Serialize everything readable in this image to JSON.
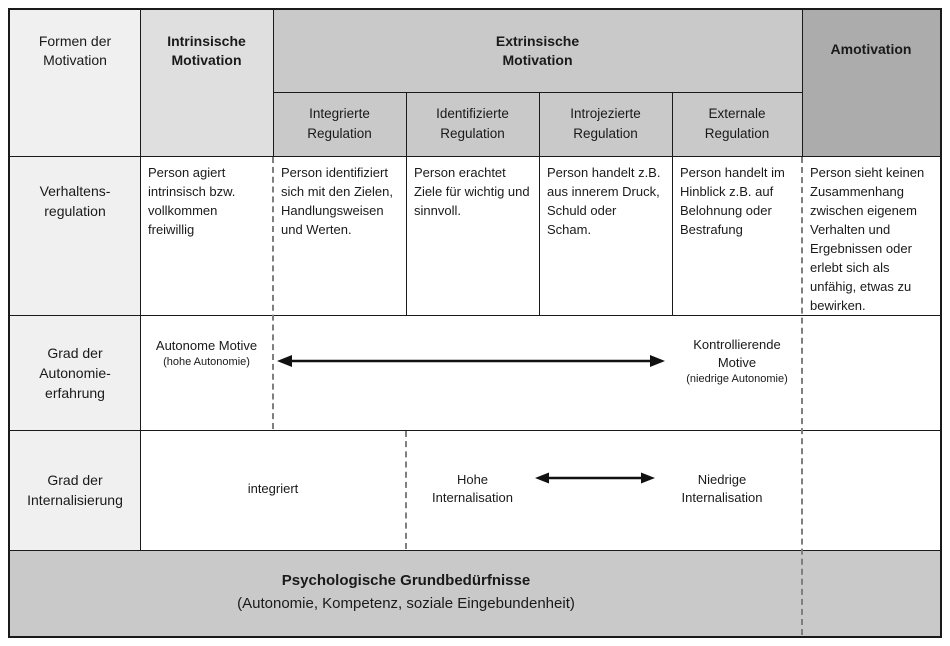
{
  "colors": {
    "label_bg": "#f0f0f0",
    "intrinsic_bg": "#dfdfdf",
    "extrinsic_bg": "#c9c9c9",
    "amotivation_bg": "#acacac",
    "footer_bg": "#c9c9c9",
    "border": "#1a1a1a",
    "dashed_line": "#7f7f7f",
    "text": "#1a1a1a"
  },
  "icons": {
    "autonomy_arrow": "left-right-arrow",
    "internalisation_arrow": "left-right-arrow"
  },
  "header": {
    "corner": [
      "Formen der",
      "Motivation"
    ],
    "intrinsic": [
      "Intrinsische",
      "Motivation"
    ],
    "extrinsic": [
      "Extrinsische",
      "Motivation"
    ],
    "amotivation": "Amotivation",
    "subheaders": [
      [
        "Integrierte",
        "Regulation"
      ],
      [
        "Identifizierte",
        "Regulation"
      ],
      [
        "Introjezierte",
        "Regulation"
      ],
      [
        "Externale",
        "Regulation"
      ]
    ]
  },
  "rows": {
    "verhaltensregulation": {
      "label": [
        "Verhaltens-",
        "regulation"
      ],
      "cells": [
        "Person agiert intrinsisch bzw. vollkommen freiwillig",
        "Person identifiziert sich mit den Zielen, Handlungsweisen und Werten.",
        "Person erachtet Ziele für wichtig und sinnvoll.",
        "Person handelt z.B. aus innerem Druck, Schuld oder Scham.",
        "Person handelt im Hinblick z.B. auf Belohnung oder Bestrafung",
        "Person sieht keinen Zusammenhang zwischen eigenem Verhalten und Ergebnissen oder erlebt sich als unfähig, etwas zu bewirken."
      ]
    },
    "autonomie": {
      "label": [
        "Grad der",
        "Autonomie-",
        "erfahrung"
      ],
      "left_main": "Autonome Motive",
      "left_sub": "(hohe Autonomie)",
      "right_main": [
        "Kontrollierende",
        "Motive"
      ],
      "right_sub": "(niedrige Autonomie)"
    },
    "internalisierung": {
      "label": [
        "Grad der",
        "Internalisierung"
      ],
      "left": "integriert",
      "mid": [
        "Hohe",
        "Internalisation"
      ],
      "right": [
        "Niedrige",
        "Internalisation"
      ]
    },
    "grundbeduerfnisse": {
      "title": "Psychologische Grundbedürfnisse",
      "subtitle": "(Autonomie, Kompetenz, soziale Eingebundenheit)"
    }
  }
}
